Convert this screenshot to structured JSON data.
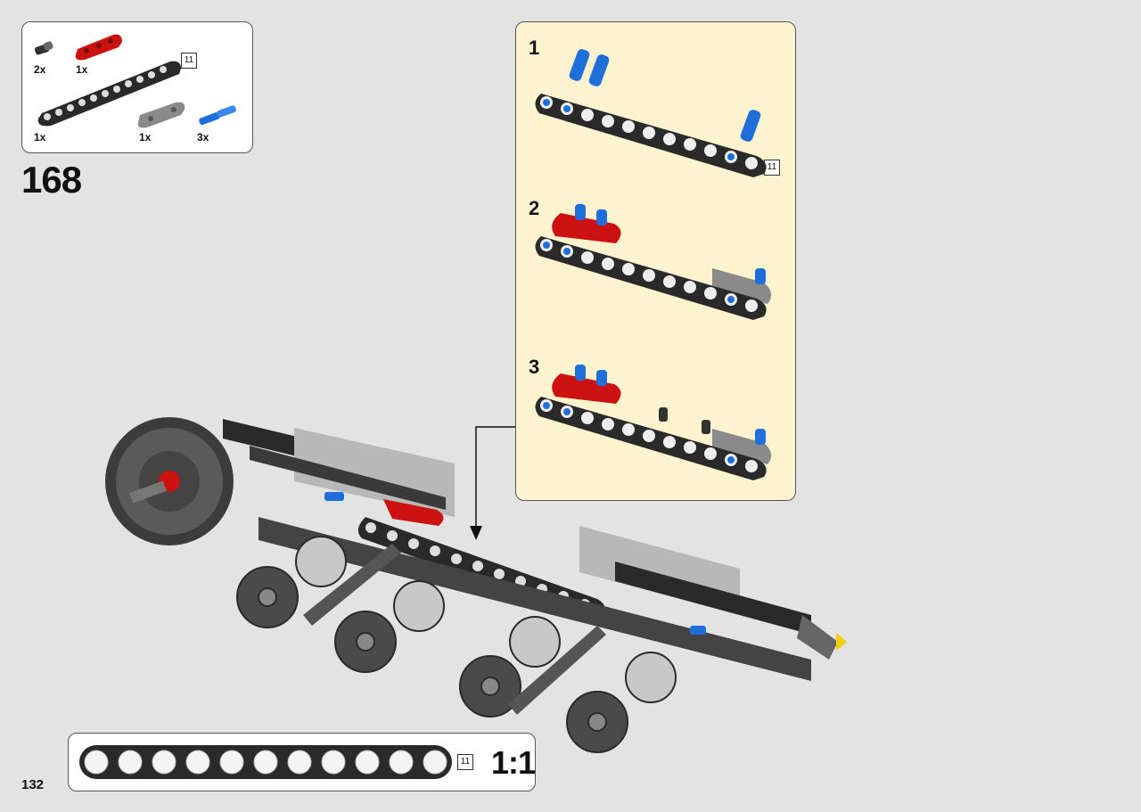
{
  "parts": {
    "items": [
      {
        "name": "black-connector-peg",
        "qty": "2x",
        "color": "#222222"
      },
      {
        "name": "red-liftarm-3",
        "qty": "1x",
        "color": "#cc1111"
      },
      {
        "name": "black-beam-11",
        "qty": "1x",
        "color": "#2a2a2a",
        "length": "11"
      },
      {
        "name": "gray-liftarm-3",
        "qty": "1x",
        "color": "#8a8a8a"
      },
      {
        "name": "blue-axle-pin",
        "qty": "3x",
        "color": "#1e6fd9"
      }
    ]
  },
  "step": {
    "number": "168"
  },
  "substeps": [
    {
      "number": "1",
      "length_badge": "11"
    },
    {
      "number": "2"
    },
    {
      "number": "3"
    }
  ],
  "scale": {
    "length": "11",
    "ratio": "1:1"
  },
  "page": {
    "number": "132"
  },
  "colors": {
    "background": "#e3e3e3",
    "panel": "#fdf3cf",
    "beam": "#2a2a2a",
    "red": "#cc1111",
    "blue": "#1e6fd9",
    "gray": "#8a8a8a"
  }
}
